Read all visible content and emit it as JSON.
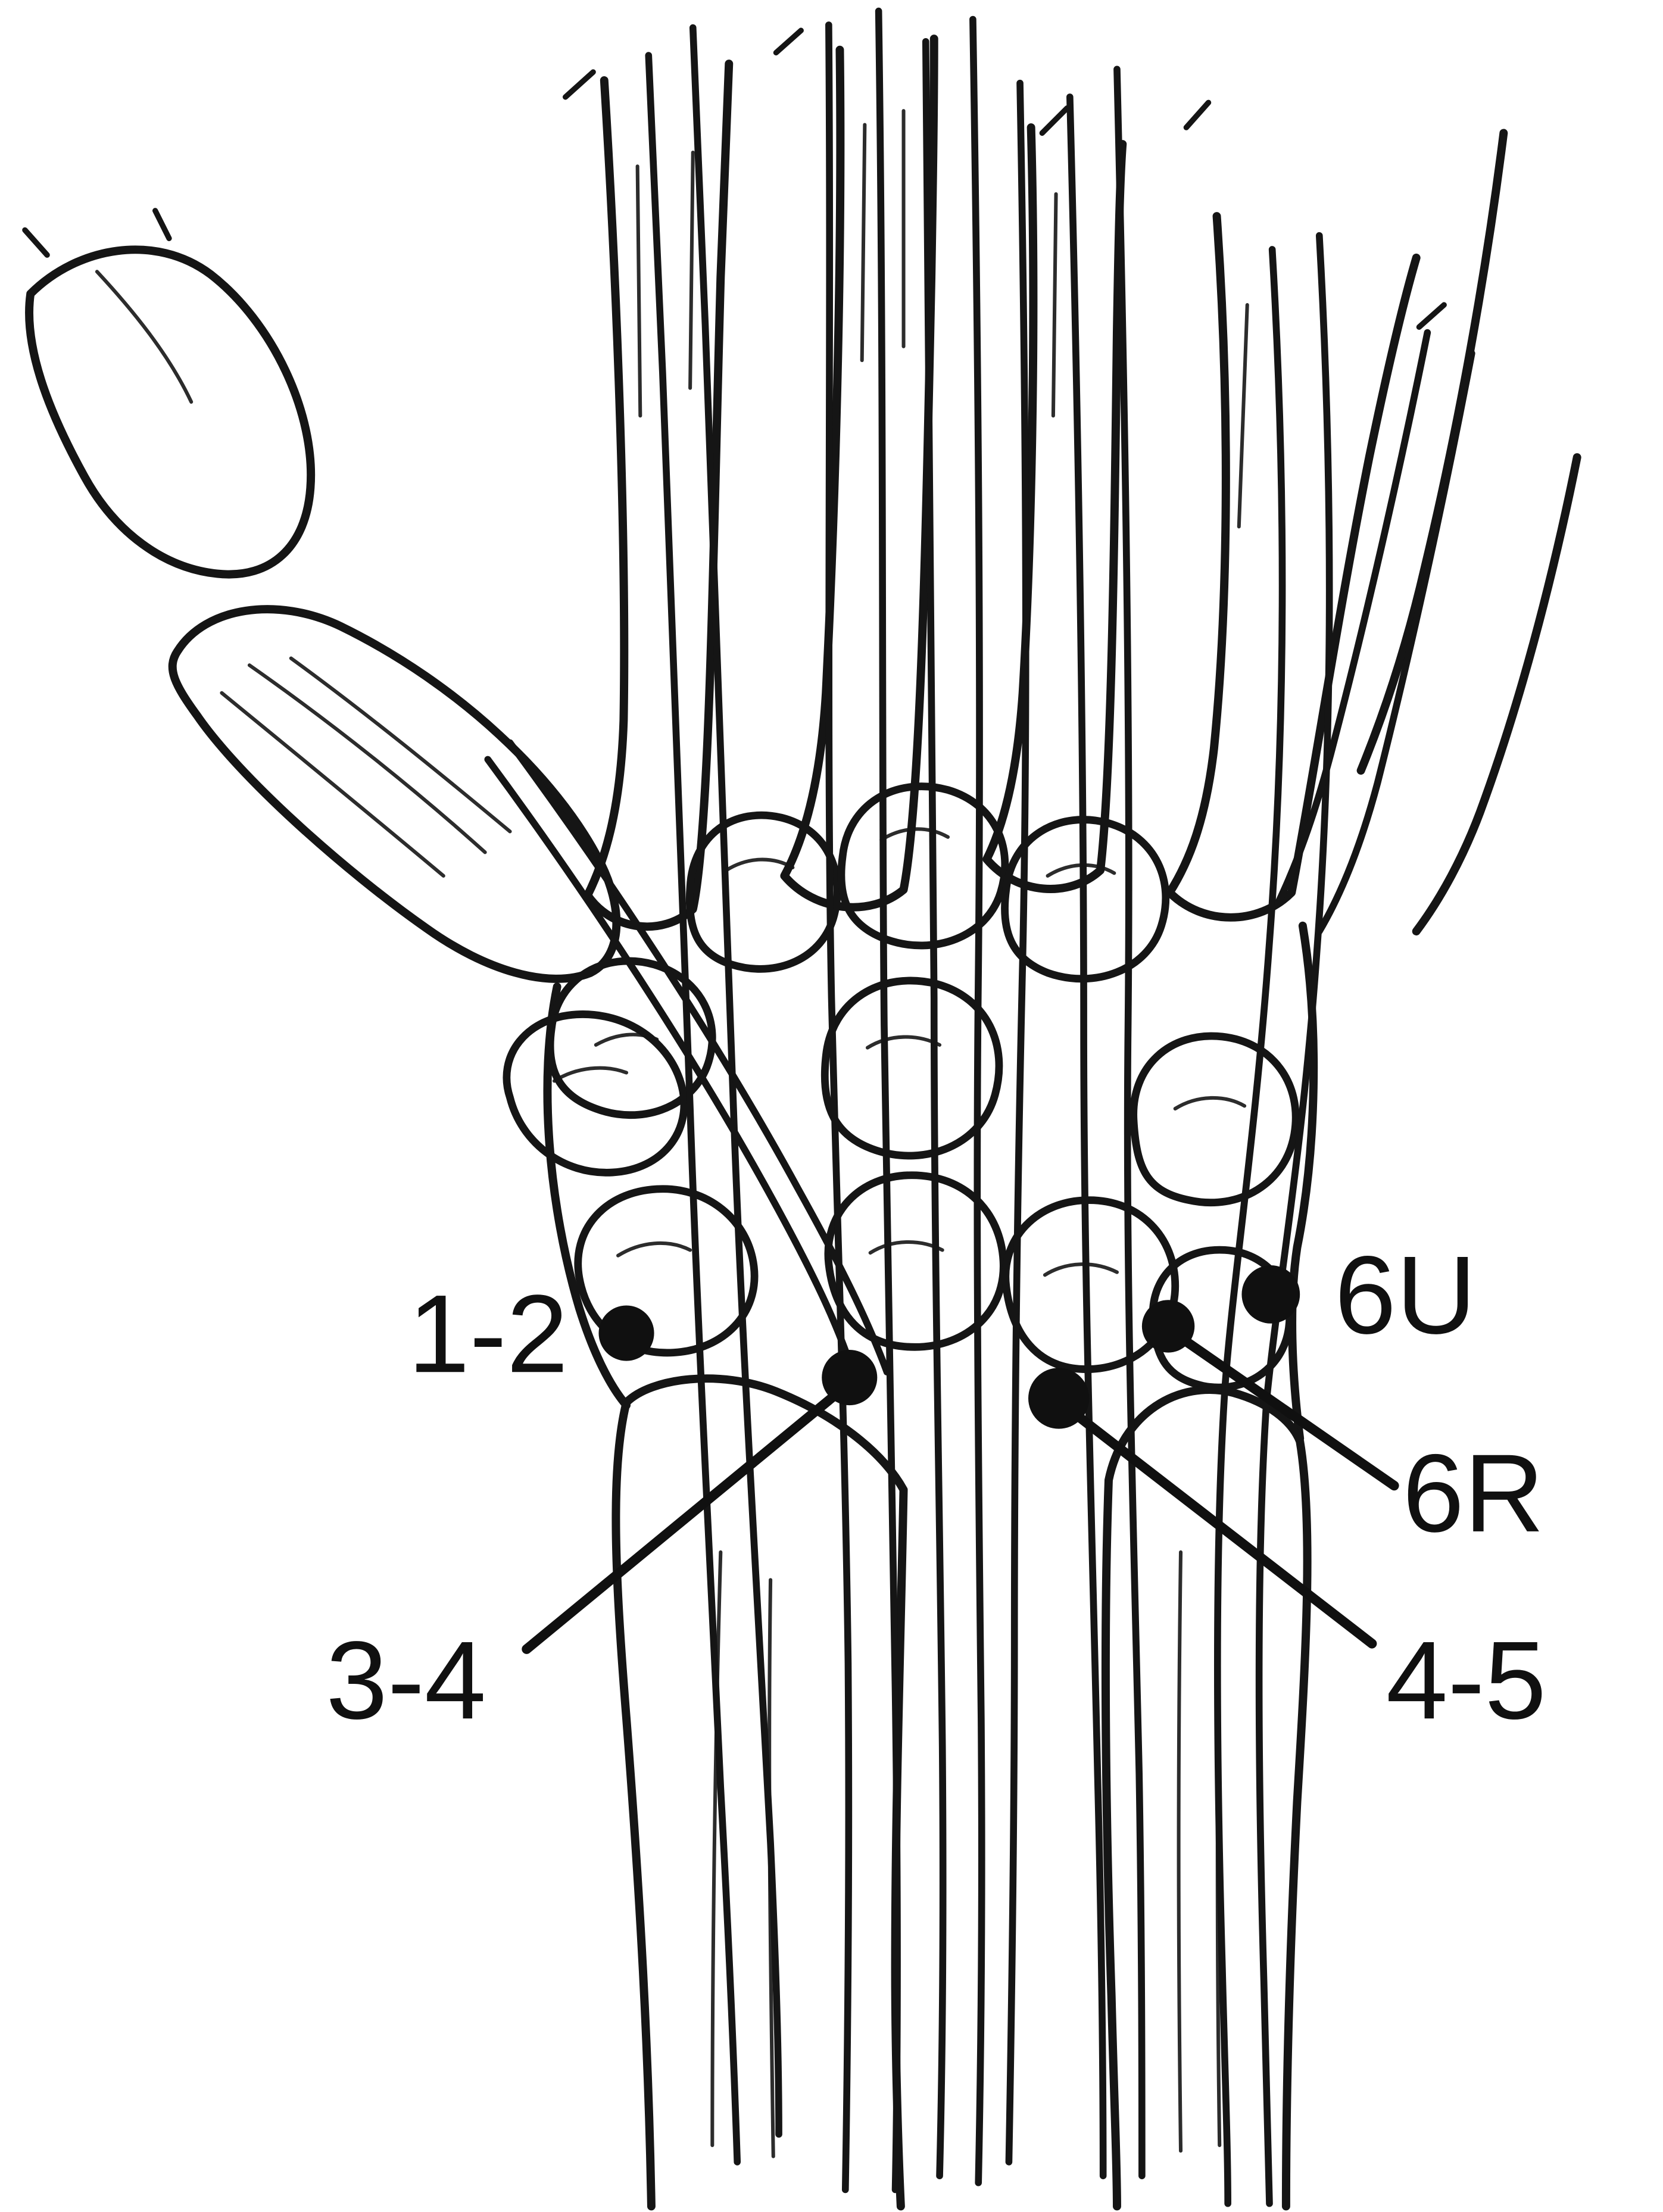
{
  "figure": {
    "background_color": "#ffffff",
    "ink_color": "#151515",
    "type": "anatomical-line-illustration",
    "description": "Dorsal view of the wrist showing metacarpals, carpal bones, radius, ulna and extensor tendons with labeled portal points",
    "portals": [
      {
        "id": "portal-1-2",
        "label": "1-2"
      },
      {
        "id": "portal-3-4",
        "label": "3-4"
      },
      {
        "id": "portal-4-5",
        "label": "4-5"
      },
      {
        "id": "portal-6R",
        "label": "6R"
      },
      {
        "id": "portal-6U",
        "label": "6U"
      }
    ]
  }
}
